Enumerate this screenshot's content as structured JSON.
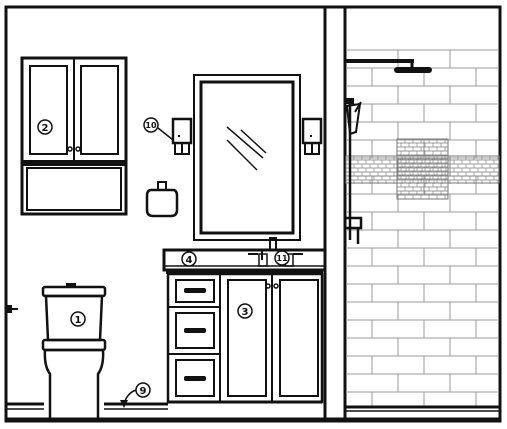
{
  "callouts": {
    "toilet": "1",
    "upper_cabinet": "2",
    "vanity": "3",
    "countertop": "4",
    "base_molding": "9",
    "sconce_left": "10",
    "faucet": "11"
  },
  "colors": {
    "line": "#111111",
    "background": "#ffffff",
    "tile_mosaic": "#777777",
    "tile_grout": "#999999"
  }
}
